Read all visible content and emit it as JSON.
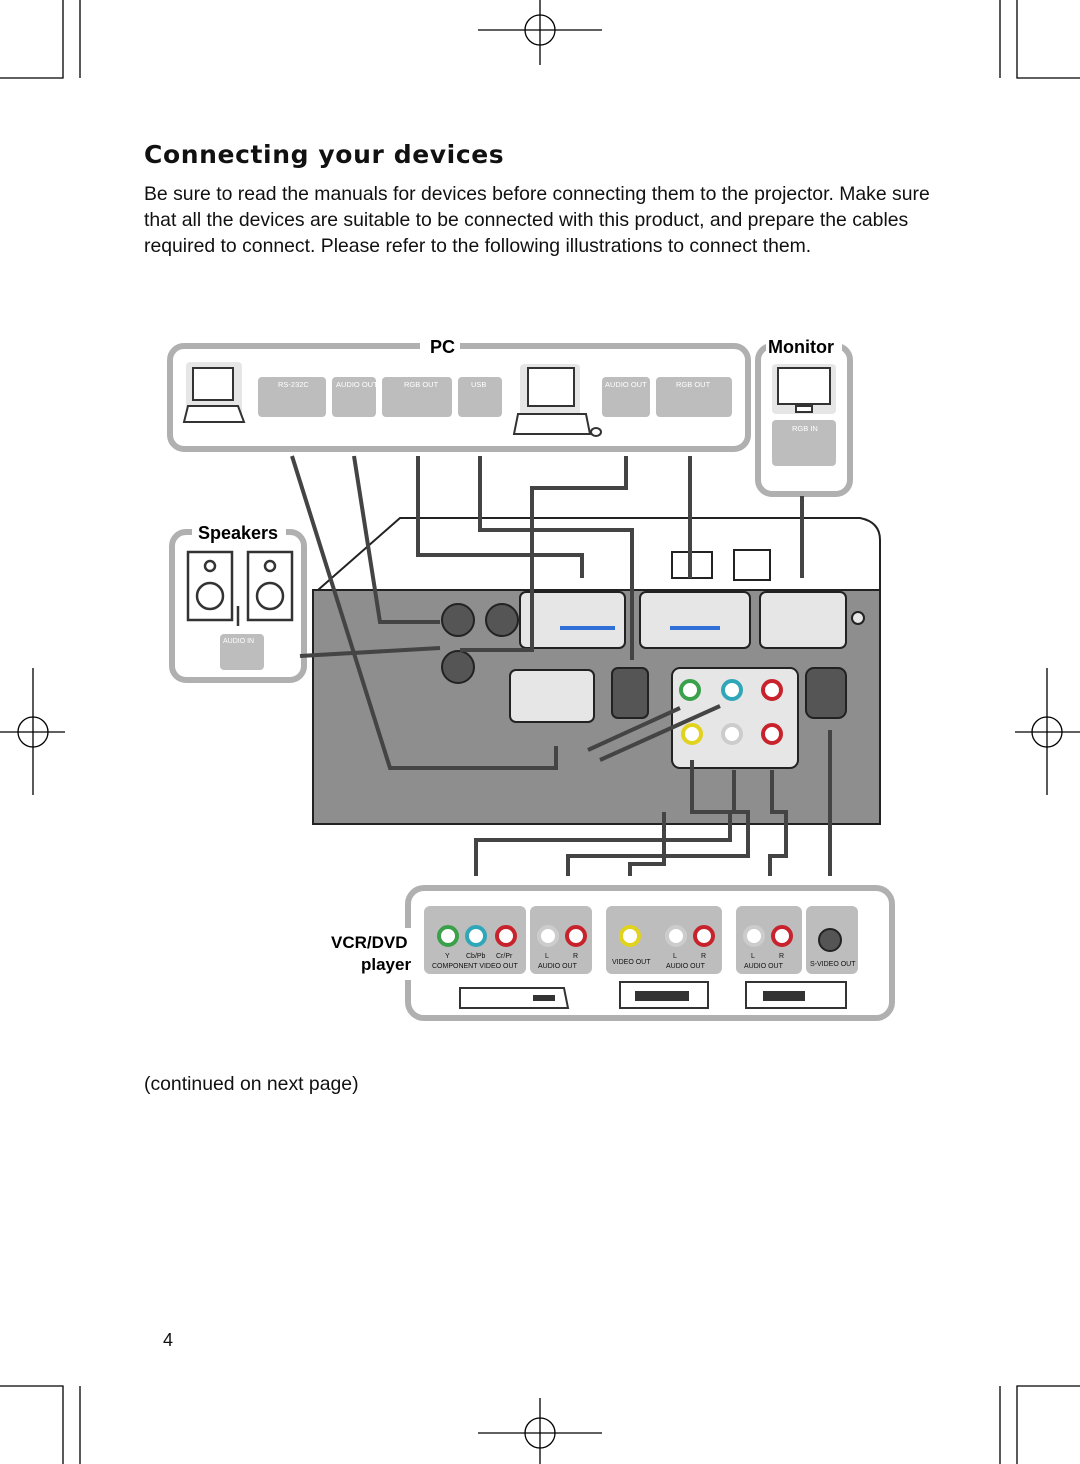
{
  "page": {
    "title": "Connecting your devices",
    "intro": "Be sure to read the manuals for devices before connecting them to the projector. Make sure that all the devices are suitable to be connected with this product, and prepare the cables required to connect. Please refer to the following illustrations to connect them.",
    "continued": "(continued on next page)",
    "page_number": "4"
  },
  "diagram": {
    "pc_group": {
      "label": "PC",
      "ports": [
        "RS-232C",
        "AUDIO OUT",
        "RGB OUT",
        "USB",
        "AUDIO OUT",
        "RGB OUT"
      ]
    },
    "monitor_group": {
      "label": "Monitor",
      "port": "RGB IN"
    },
    "speakers_group": {
      "label": "Speakers",
      "port": "AUDIO IN"
    },
    "vcr_group": {
      "label_line1": "VCR/DVD",
      "label_line2": "player",
      "component_sub": [
        "Y",
        "Cb/Pb",
        "Cr/Pr"
      ],
      "component_label": "COMPONENT VIDEO OUT",
      "audio_lr": [
        "L",
        "R"
      ],
      "audio_out": "AUDIO OUT",
      "video_out": "VIDEO OUT",
      "svideo_out": "S-VIDEO OUT"
    },
    "colors": {
      "group_border": "#b0b0b0",
      "projector_panel": "#8e8e8e",
      "cable": "#444444",
      "jack_green": "#3aa14a",
      "jack_blue": "#2fa7b8",
      "jack_red": "#c8232c",
      "jack_yellow": "#e1d21e",
      "port_blue": "#2f6fd6"
    }
  }
}
